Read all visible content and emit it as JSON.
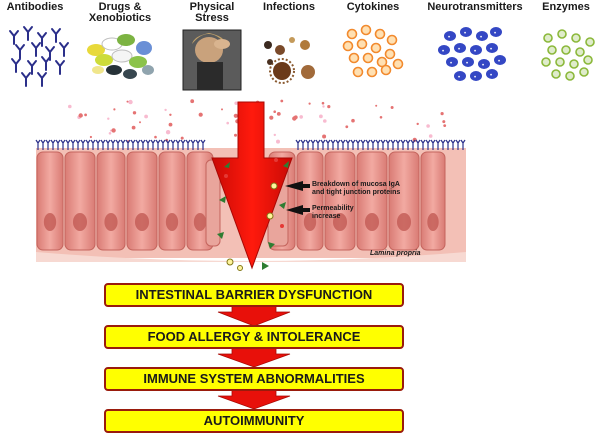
{
  "categories": [
    {
      "label_line1": "Antibodies",
      "label_line2": "",
      "icon": "antibody-icon"
    },
    {
      "label_line1": "Drugs &",
      "label_line2": "Xenobiotics",
      "icon": "pills-icon"
    },
    {
      "label_line1": "Physical",
      "label_line2": "Stress",
      "icon": "stressed-person-photo"
    },
    {
      "label_line1": "Infections",
      "label_line2": "",
      "icon": "microbe-icon"
    },
    {
      "label_line1": "Cytokines",
      "label_line2": "",
      "icon": "cytokine-dots-icon"
    },
    {
      "label_line1": "Neurotransmitters",
      "label_line2": "",
      "icon": "neurotransmitter-icon"
    },
    {
      "label_line1": "Enzymes",
      "label_line2": "",
      "icon": "enzyme-dots-icon"
    }
  ],
  "annotations": {
    "breakdown_line1": "Breakdown of mucosa IgA",
    "breakdown_line2": "and tight junction proteins",
    "permeability_line1": "Permeability",
    "permeability_line2": "increase",
    "lamina": "Lamina propria"
  },
  "flow_steps": [
    "INTESTINAL BARRIER DYSFUNCTION",
    "FOOD ALLERGY & INTOLERANCE",
    "IMMUNE SYSTEM ABNORMALITIES",
    "AUTOIMMUNITY"
  ],
  "colors": {
    "box_fill": "#ffff00",
    "box_border": "#9a1b0c",
    "arrow_red": "#e8100a",
    "epithelium": "#e8938b",
    "cytokine": "#f28a2e",
    "neurotransmitter": "#3447c4",
    "enzyme": "#8bb83a"
  }
}
